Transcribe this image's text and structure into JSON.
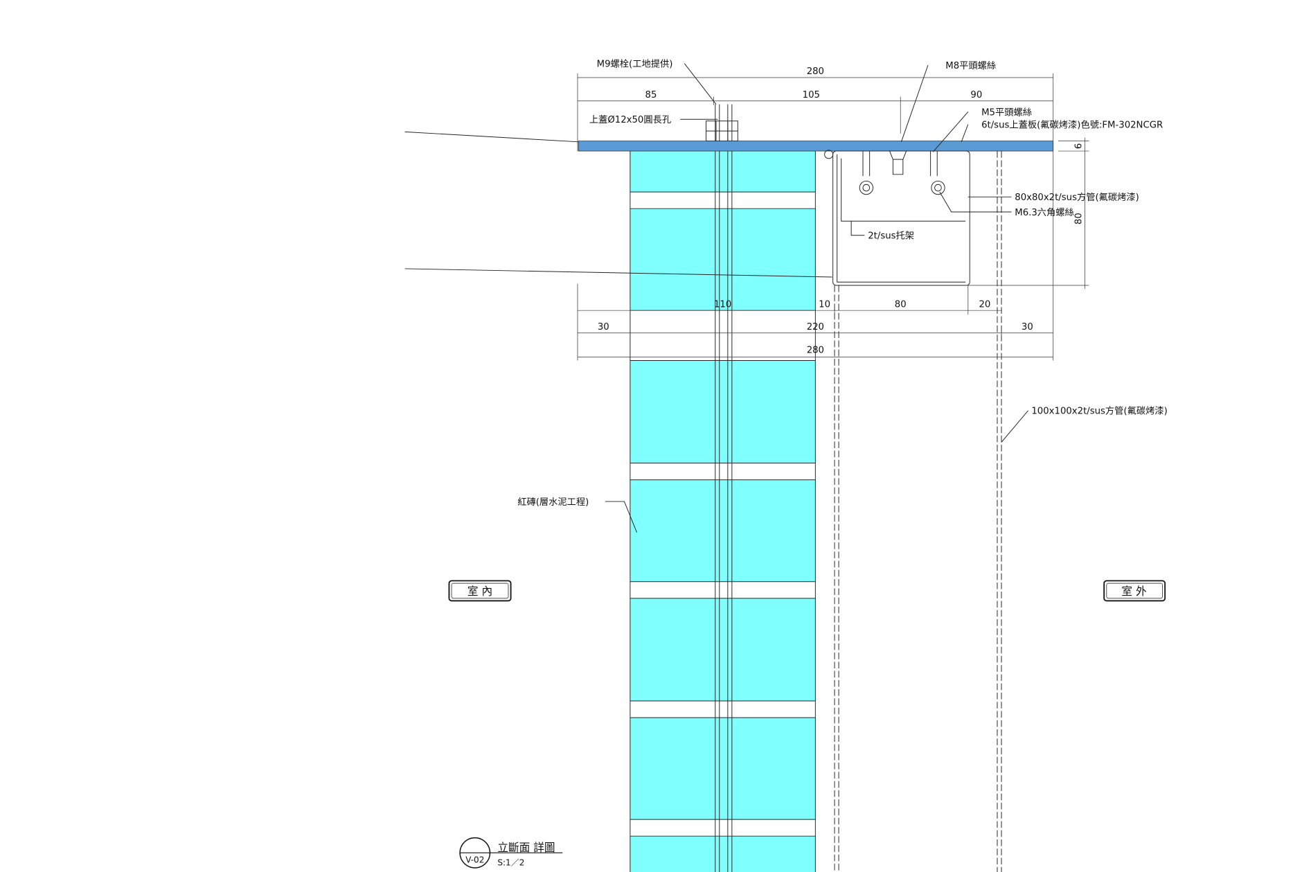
{
  "labels": {
    "m9_bolt": "M9螺栓(工地提供)",
    "m8_screw": "M8平頭螺絲",
    "slot_hole": "上蓋Ø12x50圓長孔",
    "m5_screw": "M5平頭螺絲",
    "top_plate": "6t/sus上蓋板(氟碳烤漆)色號:FM-302NCGR",
    "tube_80": "80x80x2t/sus方管(氟碳烤漆)",
    "m63_screw": "M6.3六角螺絲",
    "bracket": "2t/sus托架",
    "tube_100": "100x100x2t/sus方管(氟碳烤漆)",
    "brick": "紅磚(層水泥工程)",
    "indoor": "室 內",
    "outdoor": "室 外"
  },
  "dimensions": {
    "top_total": "280",
    "top_a": "85",
    "top_b": "105",
    "top_c": "90",
    "plate_thk": "6",
    "tube_h": "80",
    "row1_a": "110",
    "row1_b": "10",
    "row1_c": "80",
    "row1_d": "20",
    "row2_a": "30",
    "row2_b": "220",
    "row2_c": "30",
    "bottom_total": "280"
  },
  "title": {
    "tag": "V-02",
    "name": "立斷面 詳圖",
    "scale": "S:1／2"
  },
  "colors": {
    "brick": "#80ffff",
    "plate": "#5b9bd5"
  }
}
